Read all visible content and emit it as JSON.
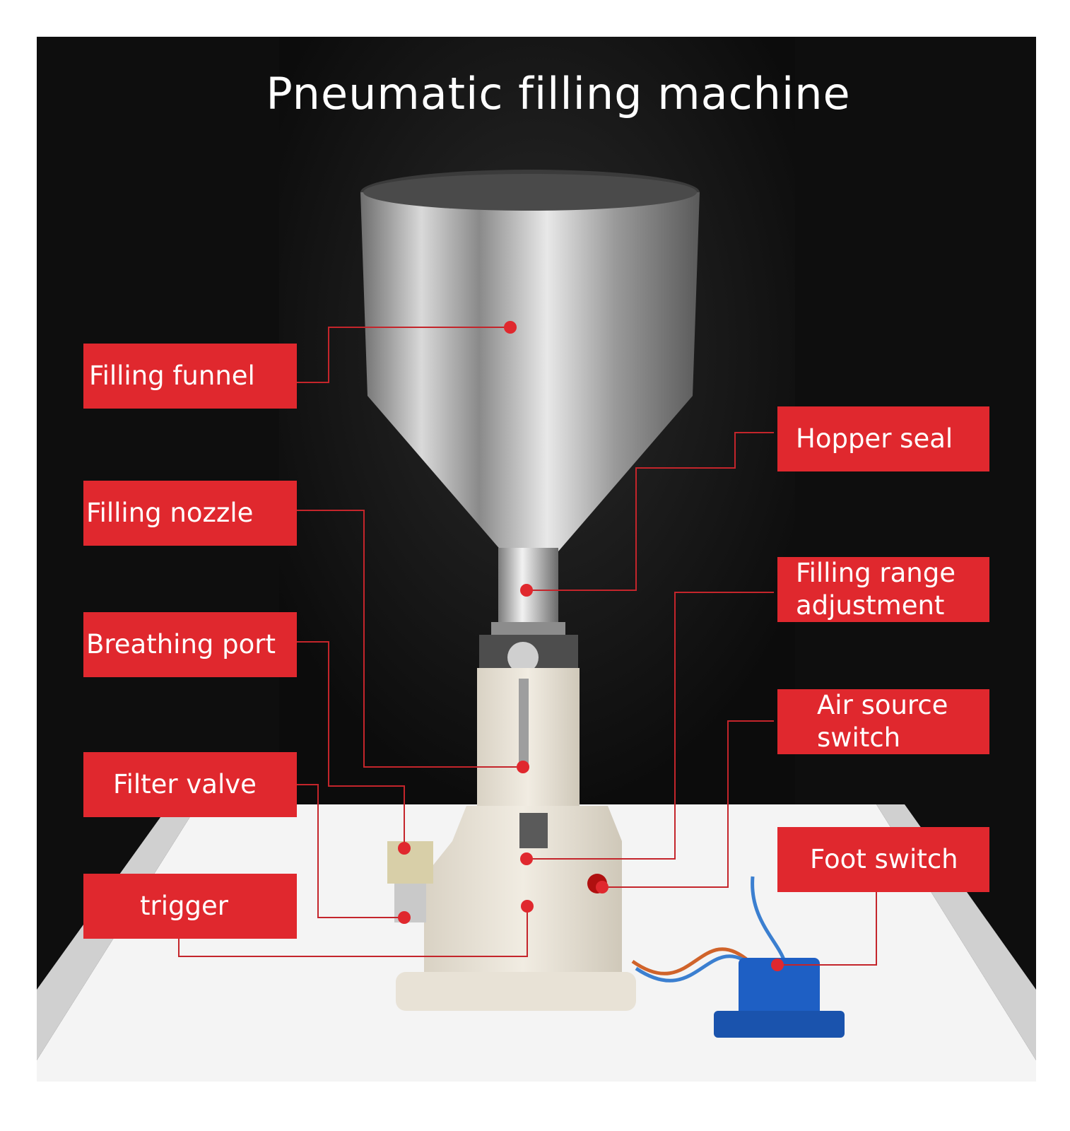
{
  "title": "Pneumatic filling machine",
  "accent_color": "#e0282e",
  "labels": {
    "filling_funnel": "Filling funnel",
    "filling_nozzle": "Filling nozzle",
    "breathing_port": "Breathing port",
    "filter_valve": "Filter valve",
    "trigger": "trigger",
    "hopper_seal": "Hopper seal",
    "filling_range_adjustment": "Filling range\nadjustment",
    "air_source_switch": "Air source\nswitch",
    "foot_switch": "Foot switch"
  }
}
